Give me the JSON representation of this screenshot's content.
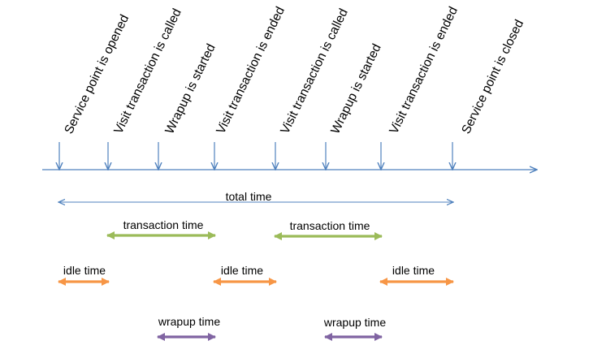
{
  "timeline": {
    "events": [
      "Service point is opened",
      "Visit transaction is called",
      "Wrapup is started",
      "Visit transaction is ended",
      "Visit transaction is called",
      "Wrapup is started",
      "Visit transaction is ended",
      "Service point is closed"
    ]
  },
  "spans": [
    {
      "label": "total time",
      "from": 0,
      "to": 7,
      "kind": "total"
    },
    {
      "label": "transaction time",
      "from": 1,
      "to": 3,
      "kind": "transaction"
    },
    {
      "label": "transaction time",
      "from": 4,
      "to": 6,
      "kind": "transaction"
    },
    {
      "label": "idle time",
      "from": 0,
      "to": 1,
      "kind": "idle"
    },
    {
      "label": "idle time",
      "from": 3,
      "to": 4,
      "kind": "idle"
    },
    {
      "label": "idle time",
      "from": 6,
      "to": 7,
      "kind": "idle"
    },
    {
      "label": "wrapup time",
      "from": 2,
      "to": 3,
      "kind": "wrapup"
    },
    {
      "label": "wrapup time",
      "from": 5,
      "to": 6,
      "kind": "wrapup"
    }
  ],
  "colors": {
    "timeline": "#4f81bd",
    "total": "#4f81bd",
    "transaction": "#9bbb59",
    "idle": "#f79646",
    "wrapup": "#8064a2"
  }
}
